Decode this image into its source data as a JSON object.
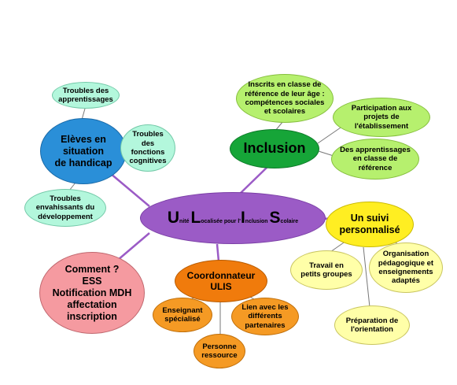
{
  "center": {
    "letter_u": "U",
    "word_u": "nité ",
    "letter_l": "L",
    "word_l": "ocalisée pour l'",
    "letter_i": "I",
    "word_i": "nclusion ",
    "letter_s": "S",
    "word_s": "colaire"
  },
  "inclusion": {
    "title": "Inclusion",
    "inscrits": [
      "Inscrits en classe de",
      "référence de leur âge :",
      "compétences sociales",
      "et scolaires"
    ],
    "participation": [
      "Participation aux",
      "projets de",
      "l'établissement"
    ],
    "apprentissages": [
      "Des apprentissages",
      "en classe de",
      "référence"
    ]
  },
  "handicap": {
    "title": [
      "Elèves en",
      "situation",
      "de handicap"
    ],
    "troubles_apprentissages": [
      "Troubles des",
      "apprentissages"
    ],
    "troubles_fonctions": [
      "Troubles",
      "des",
      "fonctions",
      "cognitives"
    ],
    "troubles_envahissants": [
      "Troubles",
      "envahissants du",
      "développement"
    ]
  },
  "suivi": {
    "title": [
      "Un suivi",
      "personnalisé"
    ],
    "travail": [
      "Travail en",
      "petits groupes"
    ],
    "organisation": [
      "Organisation",
      "pédagogique et",
      "enseignements",
      "adaptés"
    ],
    "preparation": [
      "Préparation de",
      "l'orientation"
    ]
  },
  "coordonnateur": {
    "title": [
      "Coordonnateur",
      "ULIS"
    ],
    "enseignant": [
      "Enseignant",
      "spécialisé"
    ],
    "lien": [
      "Lien avec les",
      "différents",
      "partenaires"
    ],
    "personne": [
      "Personne",
      "ressource"
    ]
  },
  "comment": {
    "lines": [
      "Comment ?",
      "ESS",
      "Notification MDH",
      "affectation",
      "inscription"
    ]
  },
  "colors": {
    "connector": "#9b5bc6",
    "center": "#9b5bc6",
    "inclusion": "#16a538",
    "inclusion_leaf": "#b6f06e",
    "handicap": "#2a8fd8",
    "handicap_leaf": "#b3f7dc",
    "suivi": "#ffee22",
    "suivi_leaf": "#ffffa8",
    "coordonnateur": "#f07b0c",
    "coordonnateur_leaf": "#f59a24",
    "comment": "#f59aa0"
  }
}
